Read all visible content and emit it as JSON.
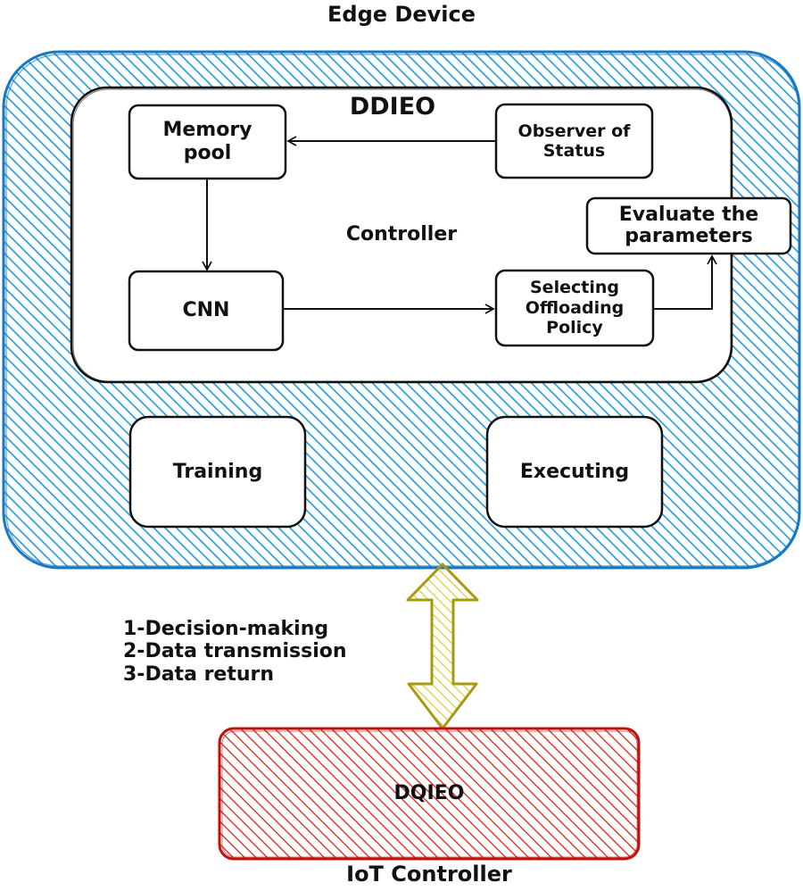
{
  "title": "Edge Device",
  "edge_device": {
    "label": "Edge Device",
    "fill_color": "#1f9be0",
    "stroke_color": "#1878c0",
    "ddieo": {
      "title": "DDIEO",
      "controller_label": "Controller",
      "nodes": {
        "memory_pool": "Memory\npool",
        "observer": "Observer of\nStatus",
        "evaluate": "Evaluate the\nparameters",
        "cnn": "CNN",
        "selecting": "Selecting\nOffloading\nPolicy"
      },
      "edges": [
        {
          "from": "observer",
          "to": "memory_pool"
        },
        {
          "from": "memory_pool",
          "to": "cnn"
        },
        {
          "from": "cnn",
          "to": "selecting"
        },
        {
          "from": "selecting",
          "to": "evaluate"
        }
      ]
    },
    "training": "Training",
    "executing": "Executing"
  },
  "link": {
    "arrow_color": "#c9b81a",
    "arrow_stroke": "#a89a10",
    "steps": [
      "1-Decision-making",
      "2-Data transmission",
      "3-Data return"
    ]
  },
  "iot_controller": {
    "inner_label": "DQIEO",
    "caption": "IoT Controller",
    "fill_color": "#e0201a",
    "stroke_color": "#c0100a"
  }
}
